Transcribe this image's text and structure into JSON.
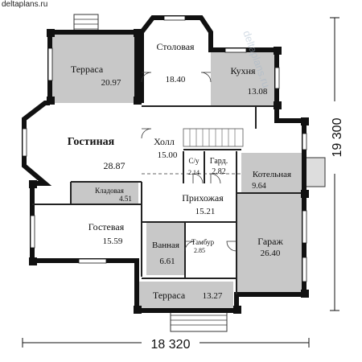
{
  "site_url": "deltaplans.ru",
  "watermark": "deltaplans.ru",
  "dimensions": {
    "width": "18 320",
    "height": "19 300"
  },
  "rooms": [
    {
      "id": "terrace-top",
      "name": "Терраса",
      "area": "20.97"
    },
    {
      "id": "dining",
      "name": "Столовая",
      "area": "18.40"
    },
    {
      "id": "kitchen",
      "name": "Кухня",
      "area": "13.08"
    },
    {
      "id": "living",
      "name": "Гостиная",
      "area": "28.87"
    },
    {
      "id": "hall",
      "name": "Холл",
      "area": "15.00"
    },
    {
      "id": "wc",
      "name": "С/у",
      "area": "2.14"
    },
    {
      "id": "wardrobe",
      "name": "Гард.",
      "area": "2.82"
    },
    {
      "id": "boiler",
      "name": "Котельная",
      "area": "9.64"
    },
    {
      "id": "pantry",
      "name": "Кладовая",
      "area": "4.51"
    },
    {
      "id": "entry",
      "name": "Прихожая",
      "area": "15.21"
    },
    {
      "id": "guest",
      "name": "Гостевая",
      "area": "15.59"
    },
    {
      "id": "garage",
      "name": "Гараж",
      "area": "26.40"
    },
    {
      "id": "bath",
      "name": "Ванная",
      "area": "6.61"
    },
    {
      "id": "vestibule",
      "name": "Тамбур",
      "area": "2.85"
    },
    {
      "id": "terrace-bottom",
      "name": "Терраса",
      "area": "13.27"
    }
  ]
}
